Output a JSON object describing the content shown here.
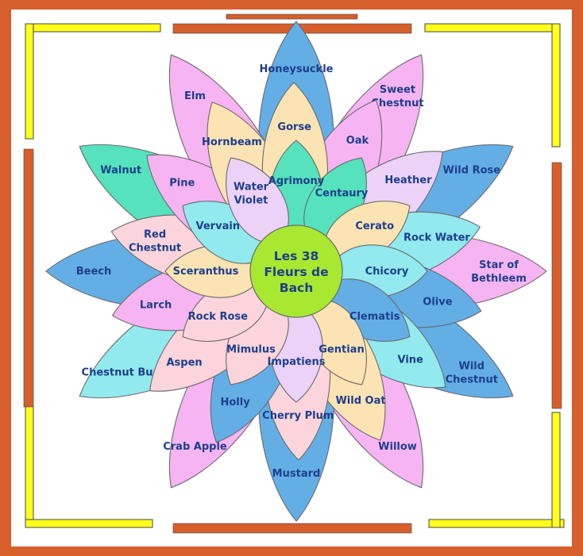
{
  "colors": {
    "frame_outer": "#d65f2c",
    "frame_inner_bg": "#ffffff",
    "yellow_bar": "#ffff1a",
    "orange_bar": "#d65f2c",
    "outline": "#6a6a6a",
    "text": "#1d3f8c",
    "center_fill": "#a8e830",
    "pink": "#f6b4f2",
    "cream": "#fbe3b4",
    "blue": "#64aee6",
    "green": "#55e2bc",
    "cyan": "#92e9ee",
    "lavender": "#ecd2f6",
    "lightpink": "#fbd4dc"
  },
  "center": {
    "line1": "Les 38",
    "line2": "Fleurs de",
    "line3": "Bach"
  },
  "outer_ring": [
    {
      "label": "Honeysuckle",
      "color": "blue"
    },
    {
      "label": "Sweet Chestnut",
      "color": "pink"
    },
    {
      "label": "Wild Rose",
      "color": "blue"
    },
    {
      "label": "Star of Bethleem",
      "color": "pink"
    },
    {
      "label": "Wild Chestnut",
      "color": "blue"
    },
    {
      "label": "Willow",
      "color": "pink"
    },
    {
      "label": "Mustard",
      "color": "blue"
    },
    {
      "label": "Crab Apple",
      "color": "pink"
    },
    {
      "label": "Chestnut Bud",
      "color": "cyan"
    },
    {
      "label": "Beech",
      "color": "blue"
    },
    {
      "label": "Walnut",
      "color": "green"
    },
    {
      "label": "Elm",
      "color": "pink"
    }
  ],
  "middle_ring": [
    {
      "label": "Oak",
      "color": "pink"
    },
    {
      "label": "Heather",
      "color": "lavender"
    },
    {
      "label": "Rock Water",
      "color": "cyan"
    },
    {
      "label": "Olive",
      "color": "blue"
    },
    {
      "label": "Vine",
      "color": "cyan"
    },
    {
      "label": "Wild Oat",
      "color": "cream"
    },
    {
      "label": "Cherry Plum",
      "color": "lightpink"
    },
    {
      "label": "Holly",
      "color": "blue"
    },
    {
      "label": "Aspen",
      "color": "lightpink"
    },
    {
      "label": "Larch",
      "color": "pink"
    },
    {
      "label": "Red Chestnut",
      "color": "lightpink"
    },
    {
      "label": "Pine",
      "color": "pink"
    },
    {
      "label": "Hornbeam",
      "color": "cream"
    },
    {
      "label": "Gorse",
      "color": "cream"
    }
  ],
  "inner_ring": [
    {
      "label": "Agrimony",
      "color": "green"
    },
    {
      "label": "Centaury",
      "color": "green"
    },
    {
      "label": "Cerato",
      "color": "cream"
    },
    {
      "label": "Chicory",
      "color": "cyan"
    },
    {
      "label": "Clematis",
      "color": "blue"
    },
    {
      "label": "Gentian",
      "color": "cream"
    },
    {
      "label": "Impatiens",
      "color": "lavender"
    },
    {
      "label": "Mimulus",
      "color": "lightpink"
    },
    {
      "label": "Rock Rose",
      "color": "lightpink"
    },
    {
      "label": "Sceranthus",
      "color": "cream"
    },
    {
      "label": "Vervain",
      "color": "cyan"
    },
    {
      "label": "Water Violet",
      "color": "lavender"
    }
  ]
}
